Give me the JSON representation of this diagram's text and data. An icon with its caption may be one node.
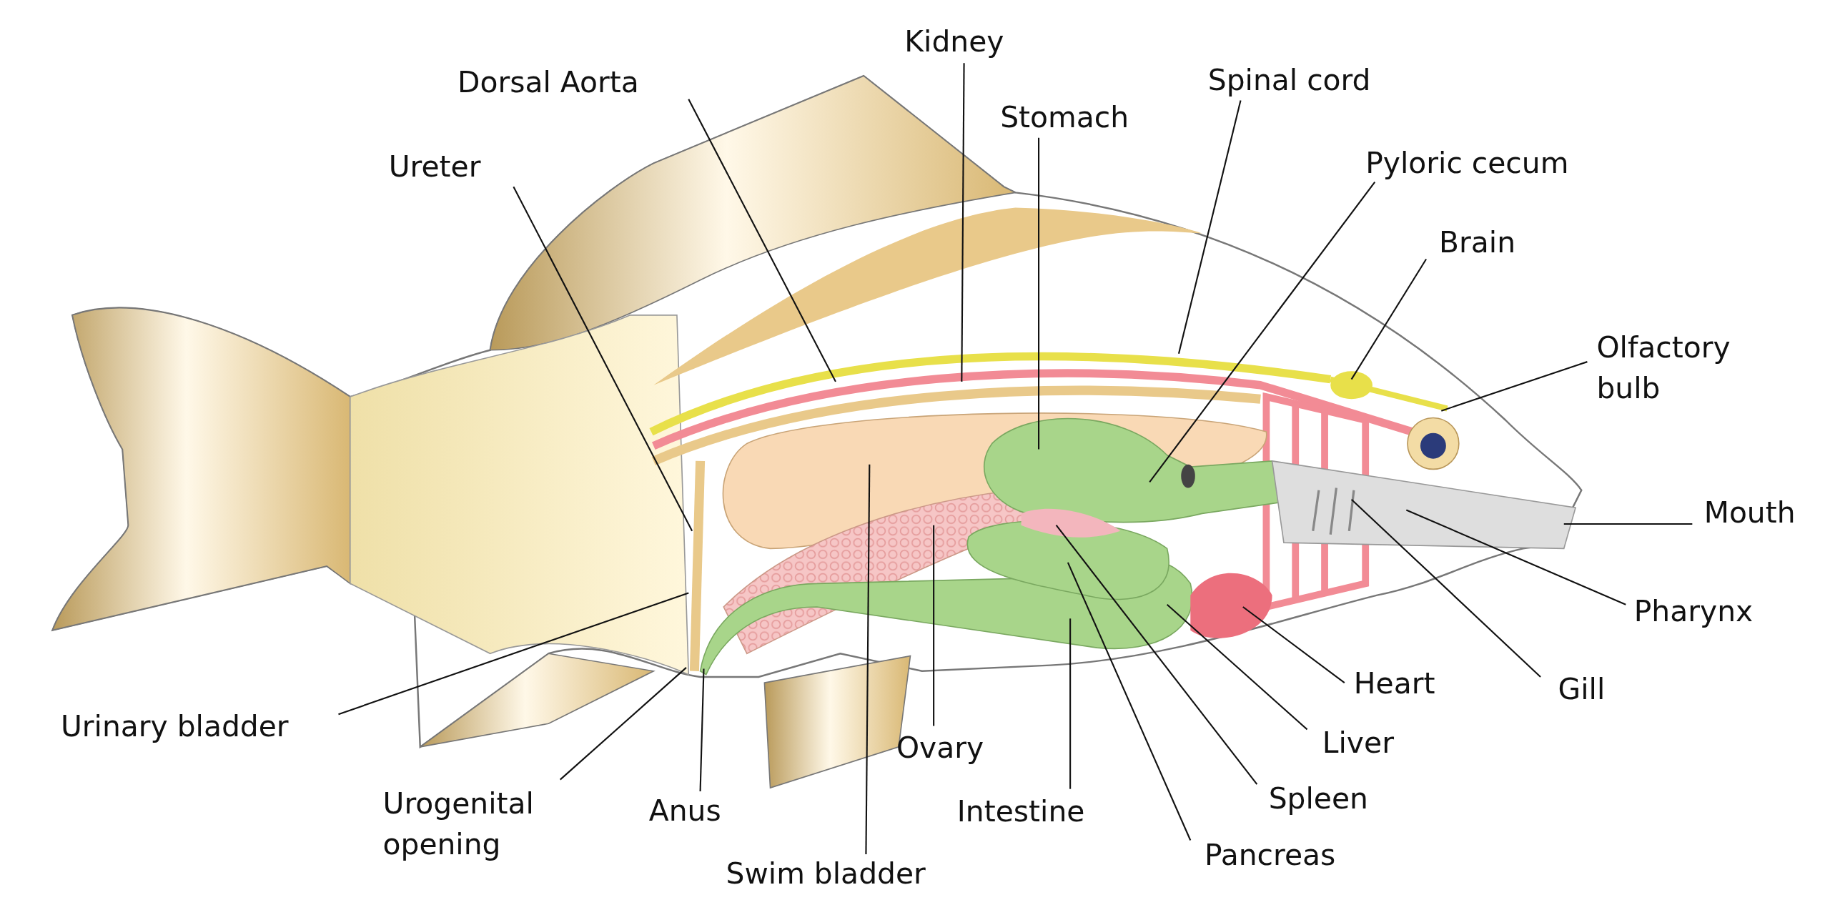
{
  "diagram": {
    "nodes": [
      {
        "text": [
          "Kidney"
        ]
      },
      {
        "text": [
          "Dorsal Aorta"
        ]
      },
      {
        "text": [
          "Stomach"
        ]
      },
      {
        "text": [
          "Spinal cord"
        ]
      },
      {
        "text": [
          "Pyloric cecum"
        ]
      },
      {
        "text": [
          "Ureter"
        ]
      },
      {
        "text": [
          "Brain"
        ]
      },
      {
        "text": [
          "Olfactory bulb"
        ]
      },
      {
        "text": [
          "Mouth"
        ]
      },
      {
        "text": [
          "Pharynx"
        ]
      },
      {
        "text": [
          "Gill"
        ]
      },
      {
        "text": [
          "Heart"
        ]
      },
      {
        "text": [
          "Liver"
        ]
      },
      {
        "text": [
          "Spleen"
        ]
      },
      {
        "text": [
          "Pancreas"
        ]
      },
      {
        "text": [
          "Intestine"
        ]
      },
      {
        "text": [
          "Ovary"
        ]
      },
      {
        "text": [
          "Swim bladder"
        ]
      },
      {
        "text": [
          "Anus"
        ]
      },
      {
        "text": [
          "Urogenital opening"
        ]
      },
      {
        "text": [
          "Urinary bladder"
        ]
      }
    ],
    "edges": [
      {
        "from": 0,
        "to": null,
        "arrow": "none"
      },
      {
        "from": 1,
        "to": null,
        "arrow": "none"
      },
      {
        "from": 2,
        "to": null,
        "arrow": "none"
      },
      {
        "from": 3,
        "to": null,
        "arrow": "none"
      },
      {
        "from": 4,
        "to": null,
        "arrow": "none"
      },
      {
        "from": 5,
        "to": null,
        "arrow": "none"
      },
      {
        "from": 6,
        "to": null,
        "arrow": "none"
      },
      {
        "from": 7,
        "to": null,
        "arrow": "none"
      },
      {
        "from": 8,
        "to": null,
        "arrow": "none"
      },
      {
        "from": 9,
        "to": null,
        "arrow": "none"
      },
      {
        "from": 10,
        "to": null,
        "arrow": "none"
      },
      {
        "from": 11,
        "to": null,
        "arrow": "none"
      },
      {
        "from": 12,
        "to": null,
        "arrow": "none"
      },
      {
        "from": 13,
        "to": null,
        "arrow": "none"
      },
      {
        "from": 14,
        "to": null,
        "arrow": "none"
      },
      {
        "from": 15,
        "to": null,
        "arrow": "none"
      },
      {
        "from": 16,
        "to": null,
        "arrow": "none"
      },
      {
        "from": 17,
        "to": null,
        "arrow": "none"
      },
      {
        "from": 18,
        "to": null,
        "arrow": "none"
      },
      {
        "from": 19,
        "to": null,
        "arrow": "none"
      },
      {
        "from": 20,
        "to": null,
        "arrow": "none"
      }
    ]
  }
}
